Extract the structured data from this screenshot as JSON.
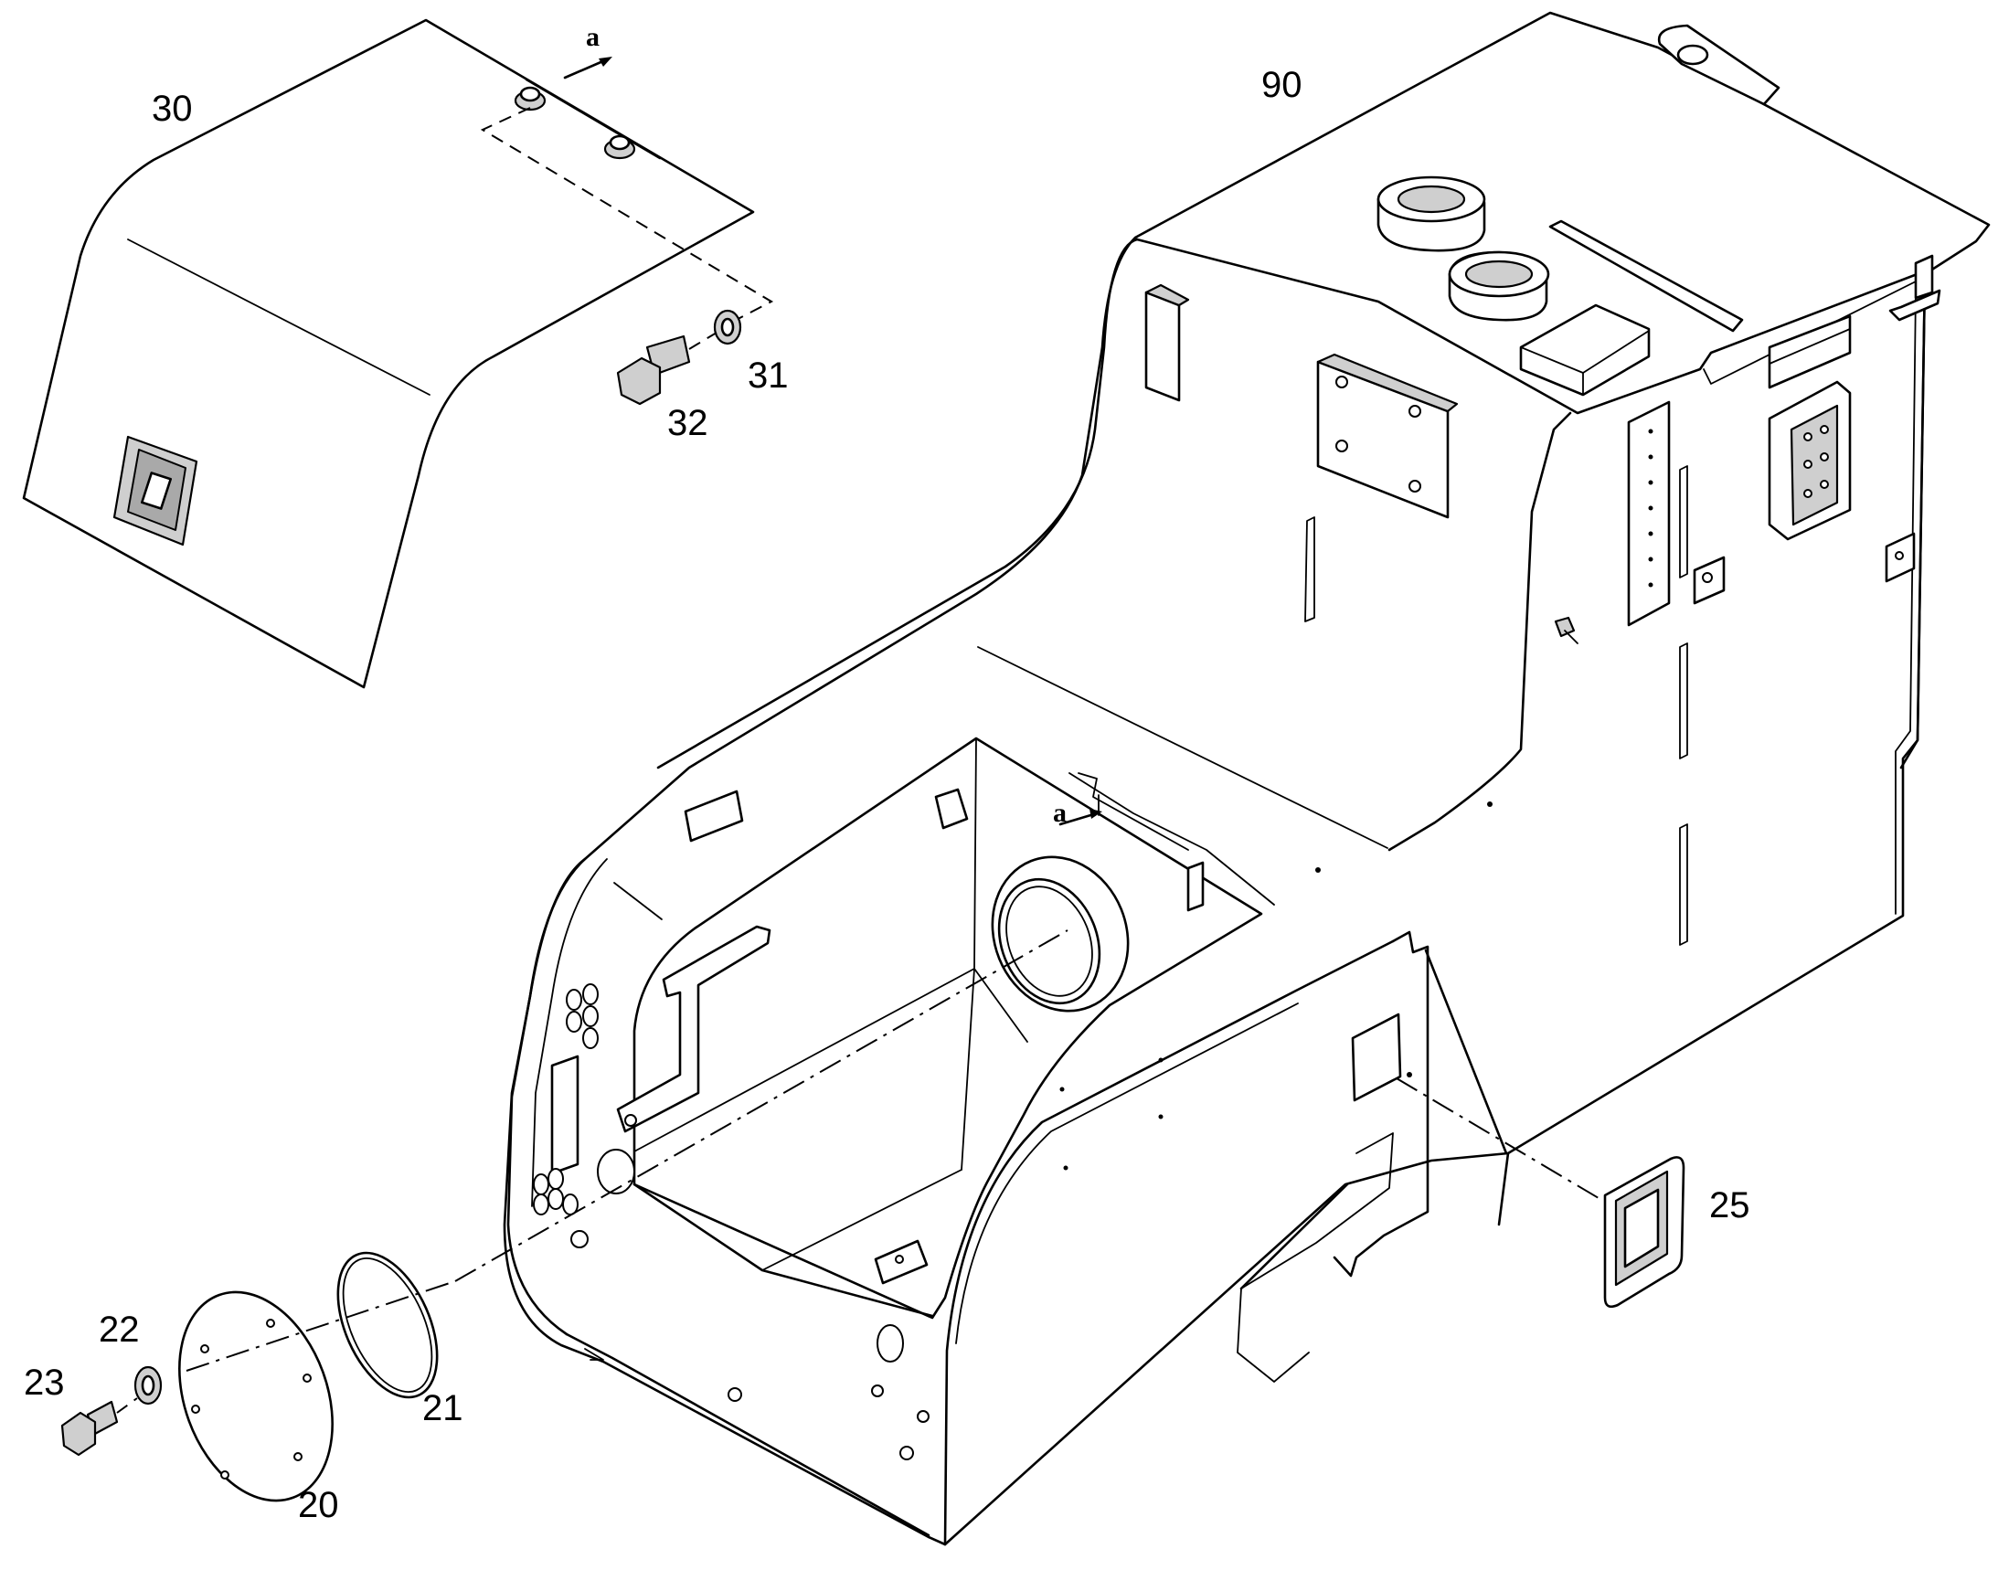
{
  "callouts": {
    "c20": "20",
    "c21": "21",
    "c22": "22",
    "c23": "23",
    "c25": "25",
    "c30": "30",
    "c31": "31",
    "c32": "32",
    "c90": "90"
  },
  "view_markers": {
    "top": "a",
    "inner": "a"
  }
}
